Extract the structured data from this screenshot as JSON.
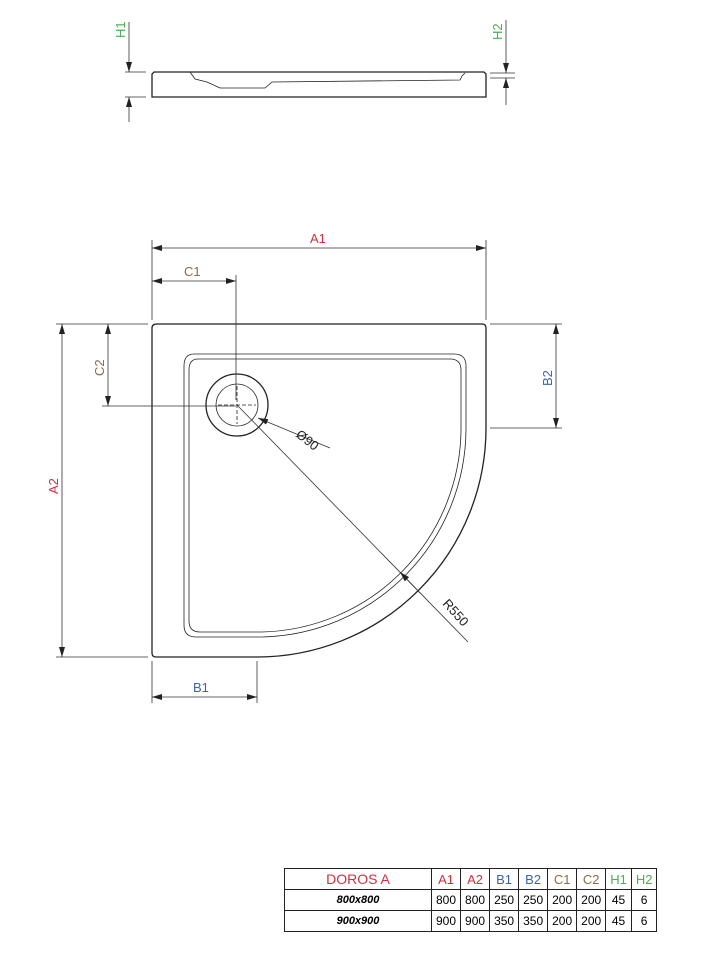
{
  "colors": {
    "a": "#d32f3f",
    "b": "#3b63b3",
    "c": "#8c6a48",
    "h": "#4caf50"
  },
  "labels": {
    "h1": "H1",
    "h2": "H2",
    "a1": "A1",
    "a2": "A2",
    "b1": "B1",
    "b2": "B2",
    "c1": "C1",
    "c2": "C2",
    "diameter": "Ø90",
    "radius": "R550"
  },
  "table": {
    "title": "DOROS A",
    "headers": [
      "A1",
      "A2",
      "B1",
      "B2",
      "C1",
      "C2",
      "H1",
      "H2"
    ],
    "rows": [
      {
        "size": "800x800",
        "values": [
          "800",
          "800",
          "250",
          "250",
          "200",
          "200",
          "45",
          "6"
        ]
      },
      {
        "size": "900x900",
        "values": [
          "900",
          "900",
          "350",
          "350",
          "200",
          "200",
          "45",
          "6"
        ]
      }
    ]
  }
}
